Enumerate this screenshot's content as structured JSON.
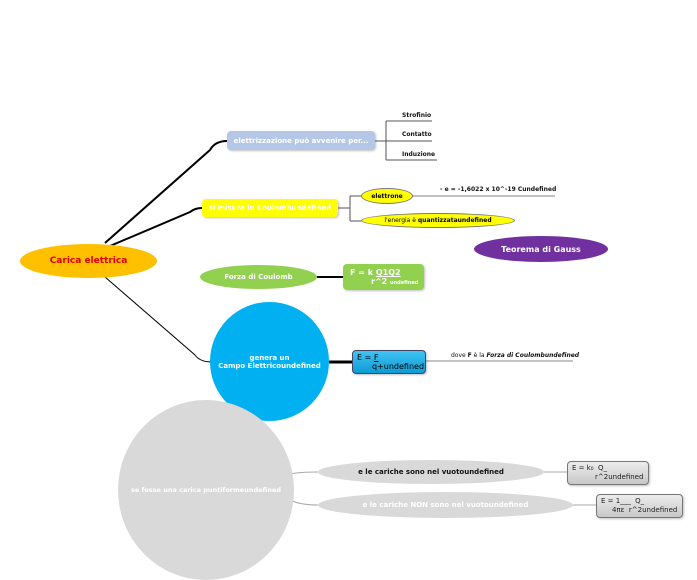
{
  "central": "Carica elettrica",
  "electrization": {
    "label": "elettrizzazione può avvenire per...",
    "items": [
      "Strofinio",
      "Contatto",
      "Induzione"
    ]
  },
  "coulomb_unit": {
    "label": "si misura in Coulombundefined",
    "electron": "elettrone",
    "electron_charge": "- e =  -1,6022 x 10^-19 Cundefined",
    "energy_prefix": "l'energia è ",
    "energy_bold": "quantizzataundefined"
  },
  "gauss": "Teorema di Gauss",
  "force": {
    "label": "Forza di Coulomb",
    "formula_top": "F = k ",
    "formula_num": "Q1Q2",
    "formula_den": "r^2",
    "formula_suffix": "undefined"
  },
  "field": {
    "label_line1": "genera un",
    "label_line2": "Campo Elettricoundefined",
    "formula_top": "E = ",
    "formula_num": "F",
    "formula_den": "q+undefined",
    "note_prefix": "dove ",
    "note_F": "F",
    "note_mid": " è la ",
    "note_italic": "Forza di Coulombundefined"
  },
  "point_charge": {
    "label": "se fosse una carica puntiformeundefined",
    "vacuum": "e le cariche sono nel vuotoundefined",
    "vacuum_formula_top": "E = k₀  Q_",
    "vacuum_formula_bottom": "r^2undefined",
    "nonvacuum": "e le cariche NON sono nel vuotoundefined",
    "nonvacuum_formula_top": "E = 1___  Q_",
    "nonvacuum_formula_bottom": "4πε  r^2undefined"
  }
}
